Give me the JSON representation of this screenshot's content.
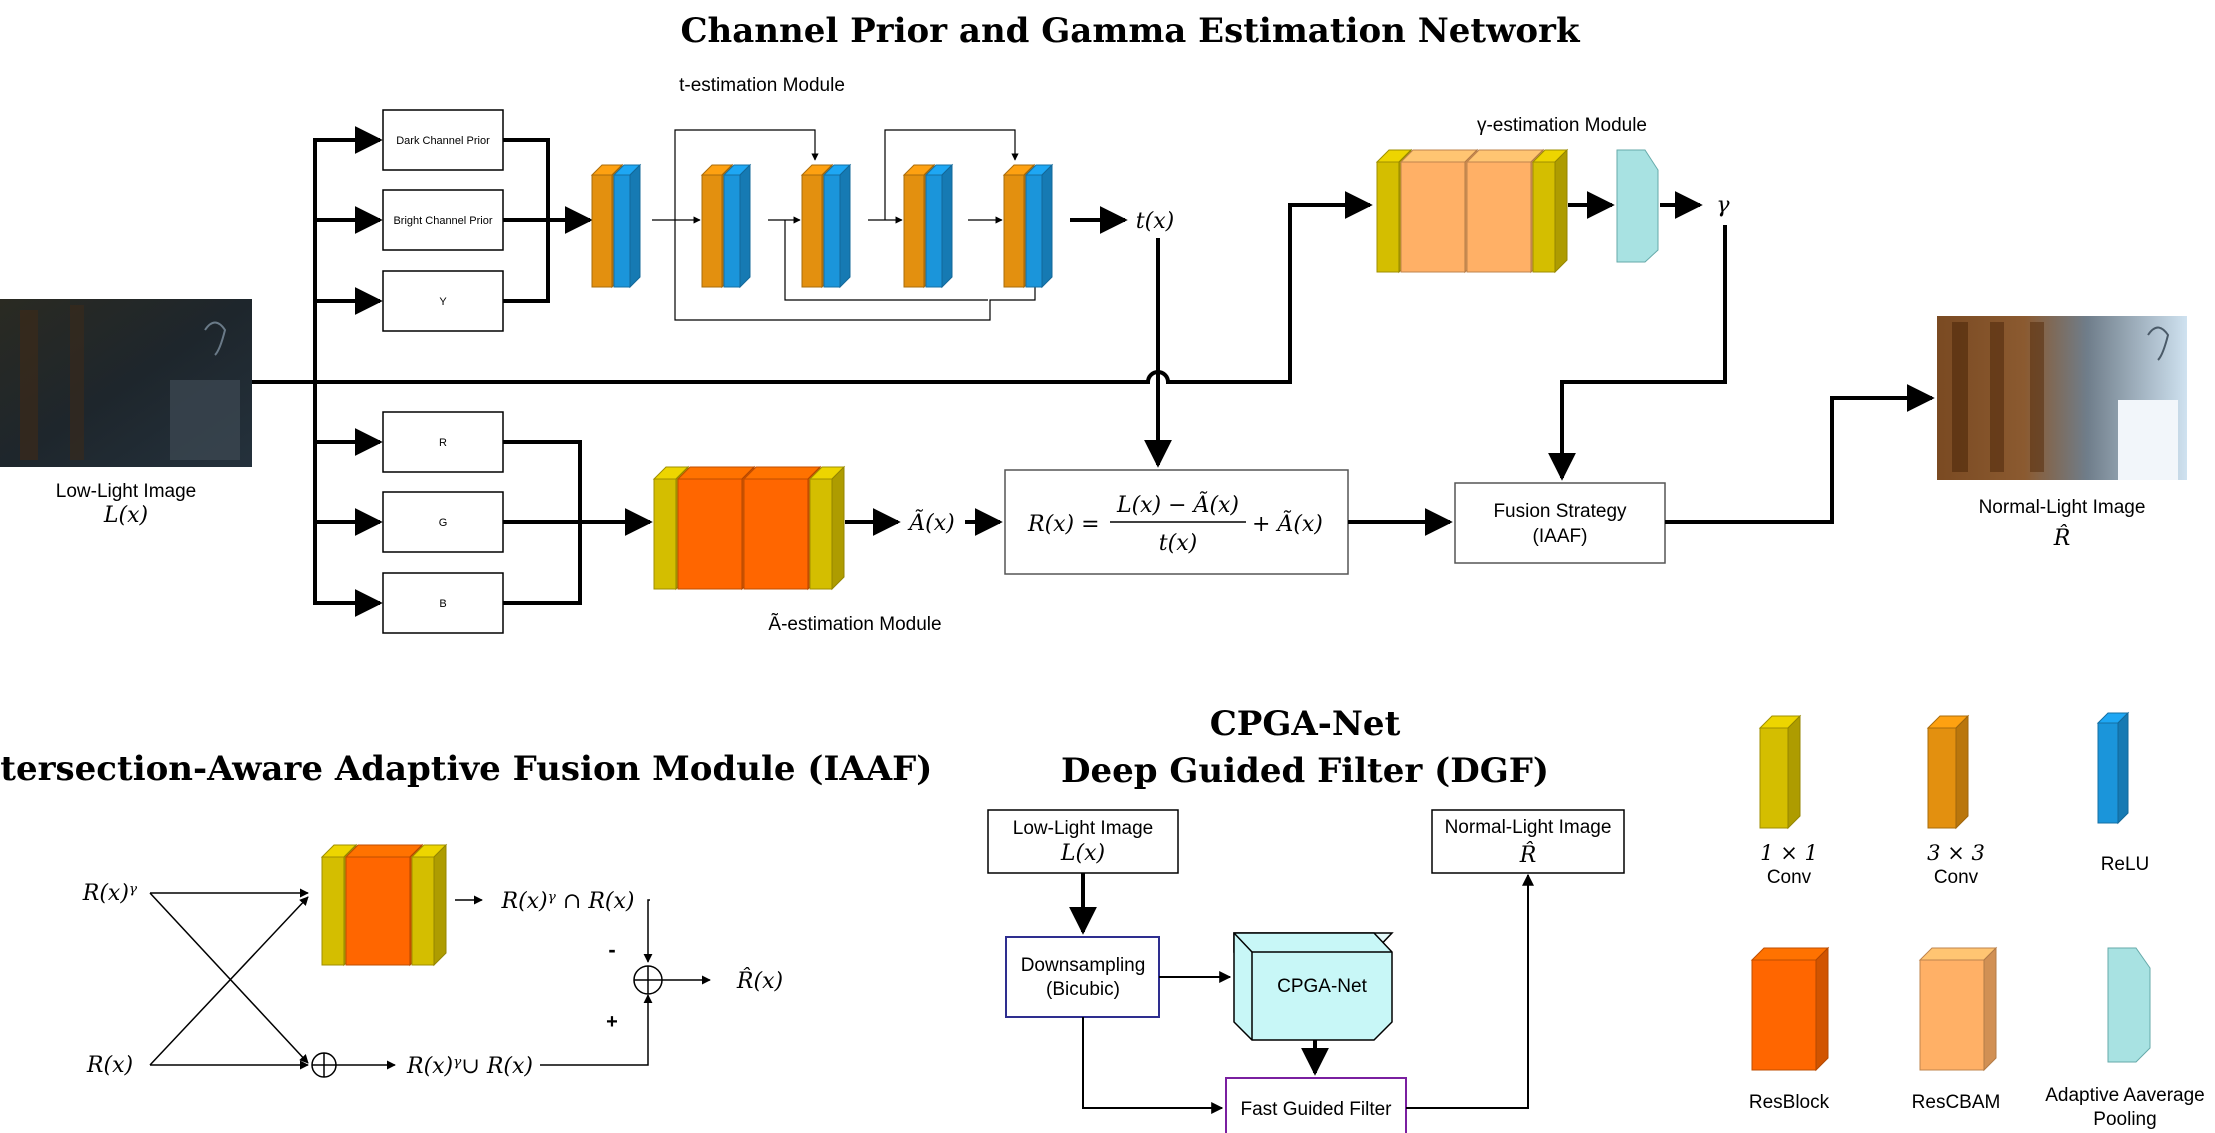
{
  "titles": {
    "main": "Channel Prior and Gamma Estimation Network",
    "iaaf": "Intersection-Aware Adaptive Fusion Module (IAAF)",
    "dgf_line1": "CPGA-Net",
    "dgf_line2": "Deep Guided Filter (DGF)"
  },
  "top": {
    "input_label": "Low-Light Image",
    "input_math": "L(x)",
    "output_label": "Normal-Light Image",
    "output_math": "R̂",
    "prior_boxes": [
      "Dark Channel Prior",
      "Bright Channel Prior",
      "Y"
    ],
    "rgb_boxes": [
      "R",
      "G",
      "B"
    ],
    "t_module_label": "t-estimation Module",
    "t_output": "t(x)",
    "gamma_module_label": "γ-estimation Module",
    "gamma_output": "γ",
    "a_module_label": "Ã-estimation Module",
    "a_output": "Ã(x)",
    "equation_lhs": "R(x) =",
    "equation_num": "L(x) − Ã(x)",
    "equation_den": "t(x)",
    "equation_rhs": "+ Ã(x)",
    "fusion_line1": "Fusion Strategy",
    "fusion_line2": "(IAAF)"
  },
  "iaaf": {
    "input_gamma": "R(x)ᵞ",
    "input_r": "R(x)",
    "intersection": "R(x)ᵞ ∩ R(x)",
    "union": "R(x)ᵞ∪ R(x)",
    "minus": "-",
    "plus": "+",
    "output": "R̂(x)"
  },
  "dgf": {
    "input_label": "Low-Light Image",
    "input_math": "L(x)",
    "output_label": "Normal-Light Image",
    "output_math": "R̂",
    "downsample_line1": "Downsampling",
    "downsample_line2": "(Bicubic)",
    "net": "CPGA-Net",
    "filter": "Fast Guided Filter"
  },
  "legend": {
    "conv1_line1": "1 × 1",
    "conv1_line2": "Conv",
    "conv3_line1": "3 × 3",
    "conv3_line2": "Conv",
    "relu": "ReLU",
    "resblock": "ResBlock",
    "rescbam": "ResCBAM",
    "pool_line1": "Adaptive Aaverage",
    "pool_line2": "Pooling"
  },
  "colors": {
    "conv1x1": "#D4BE00",
    "conv3x3": "#E3900F",
    "relu": "#1B95DA",
    "resblock": "#FF6600",
    "rescbam": "#FFB066",
    "pooling": "#A8E2E2",
    "dgf_input_border": "#2E2E8F",
    "dgf_filter_border": "#7A1FA0",
    "cpga_box": "#C8F7F7"
  }
}
